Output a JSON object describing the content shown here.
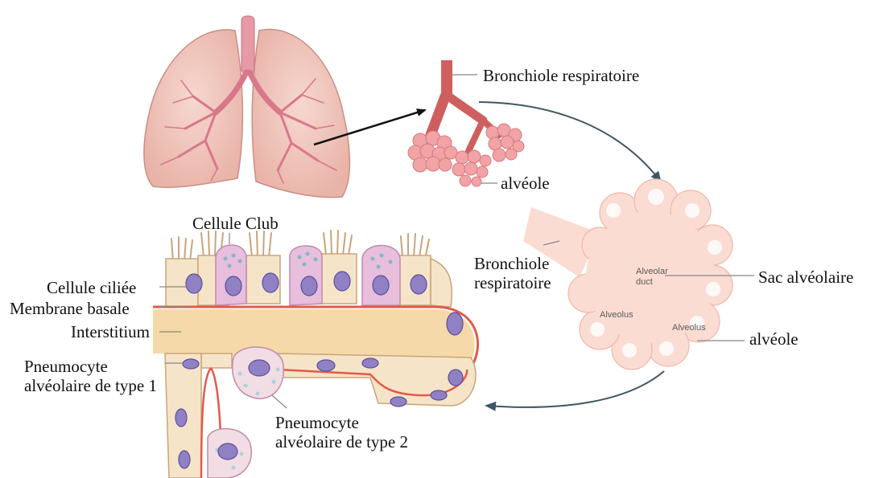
{
  "labels": {
    "bronchiole_top": "Bronchiole respiratoire",
    "alveole_top": "alvéole",
    "cellule_club": "Cellule Club",
    "cellule_ciliee": "Cellule ciliée",
    "membrane_basale": "Membrane basale",
    "interstitium": "Interstitium",
    "pneumocyte_1": "Pneumocyte\nalvéolaire de type 1",
    "pneumocyte_2": "Pneumocyte\nalvéolaire de type 2",
    "bronchiole_mid": "Bronchiole\nrespiratoire",
    "sac_alveolaire": "Sac alvéolaire",
    "alveole_right": "alvéole"
  },
  "inner_labels": {
    "alveolar_duct": "Alveolar\nduct",
    "alveolus_left": "Alveolus",
    "alveolus_right": "Alveolus"
  },
  "icons": [
    "lungs-illustration",
    "bronchiole-illustration",
    "alveolar-sac-illustration",
    "epithelium-cross-section"
  ],
  "colors": {
    "lung_fill": "#f0c6bd",
    "airway": "#cf5f5f",
    "alveoli": "#f2a3a5",
    "sac": "#fbdcd2",
    "interstitium": "#f6d9a8",
    "cell": "#f6e4c8",
    "club_cell": "#e8bedd",
    "nucleus": "#8f81c4",
    "membrane": "#e35a4a",
    "arrow": "#3e5664"
  }
}
